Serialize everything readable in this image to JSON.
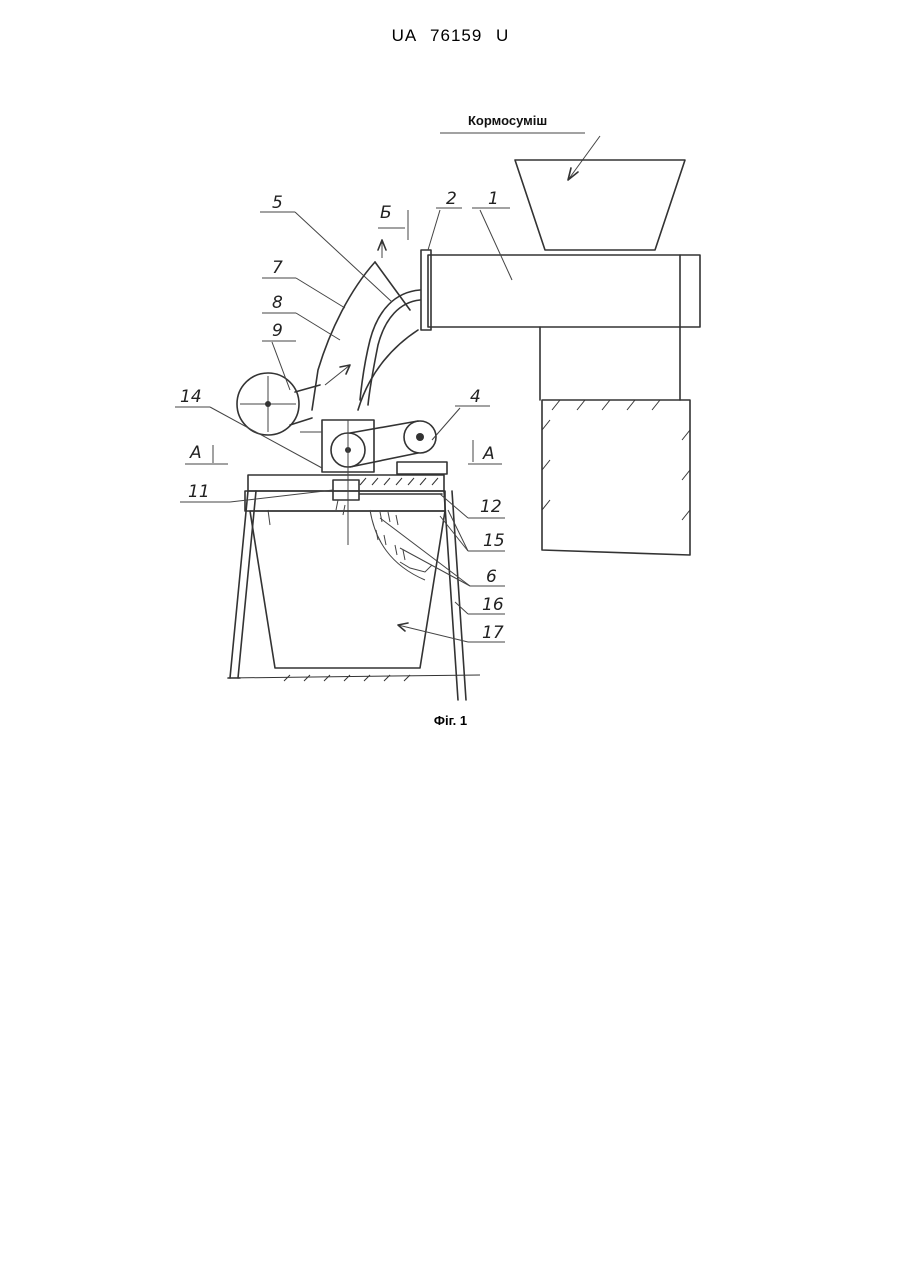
{
  "document": {
    "header": "UA 76159 U",
    "top_label": "Кормосуміш",
    "caption": "Фіг. 1",
    "part_numbers": [
      "1",
      "2",
      "4",
      "5",
      "6",
      "7",
      "8",
      "9",
      "11",
      "12",
      "14",
      "15",
      "16",
      "17"
    ],
    "section_labels": {
      "a_left": "А",
      "a_right": "А",
      "b_top": "Б"
    }
  }
}
